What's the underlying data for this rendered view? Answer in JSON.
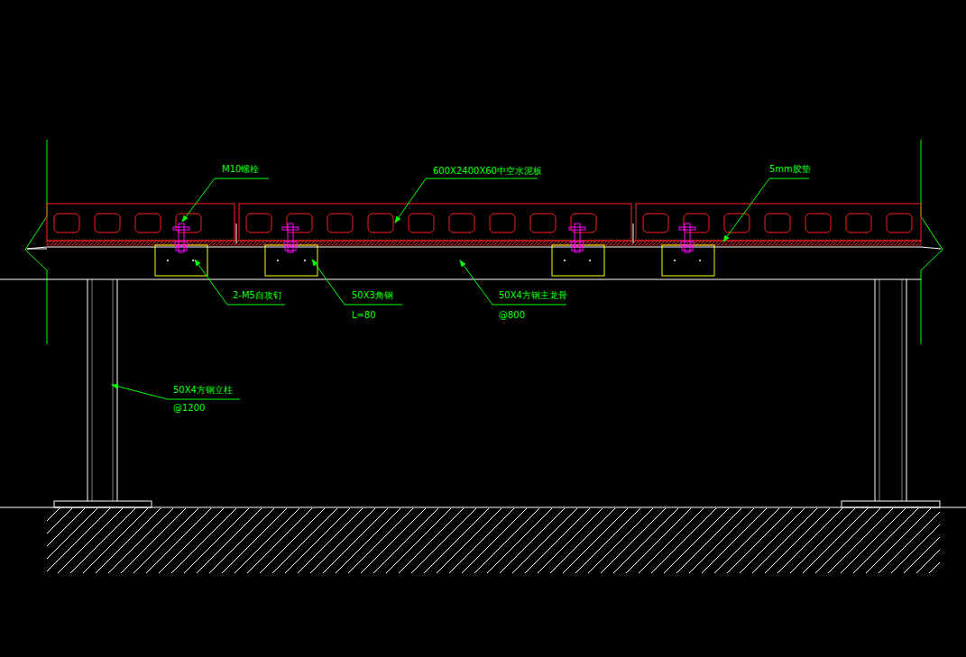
{
  "diagram": {
    "labels": [
      "M10螺栓",
      "600X2400X60中空水泥板",
      "5mm胶垫",
      "2-M5自攻钉",
      "50X3角钢",
      "L=80",
      "50X4方钢主龙骨",
      "@800",
      "50X4方钢立柱",
      "@1200"
    ]
  }
}
